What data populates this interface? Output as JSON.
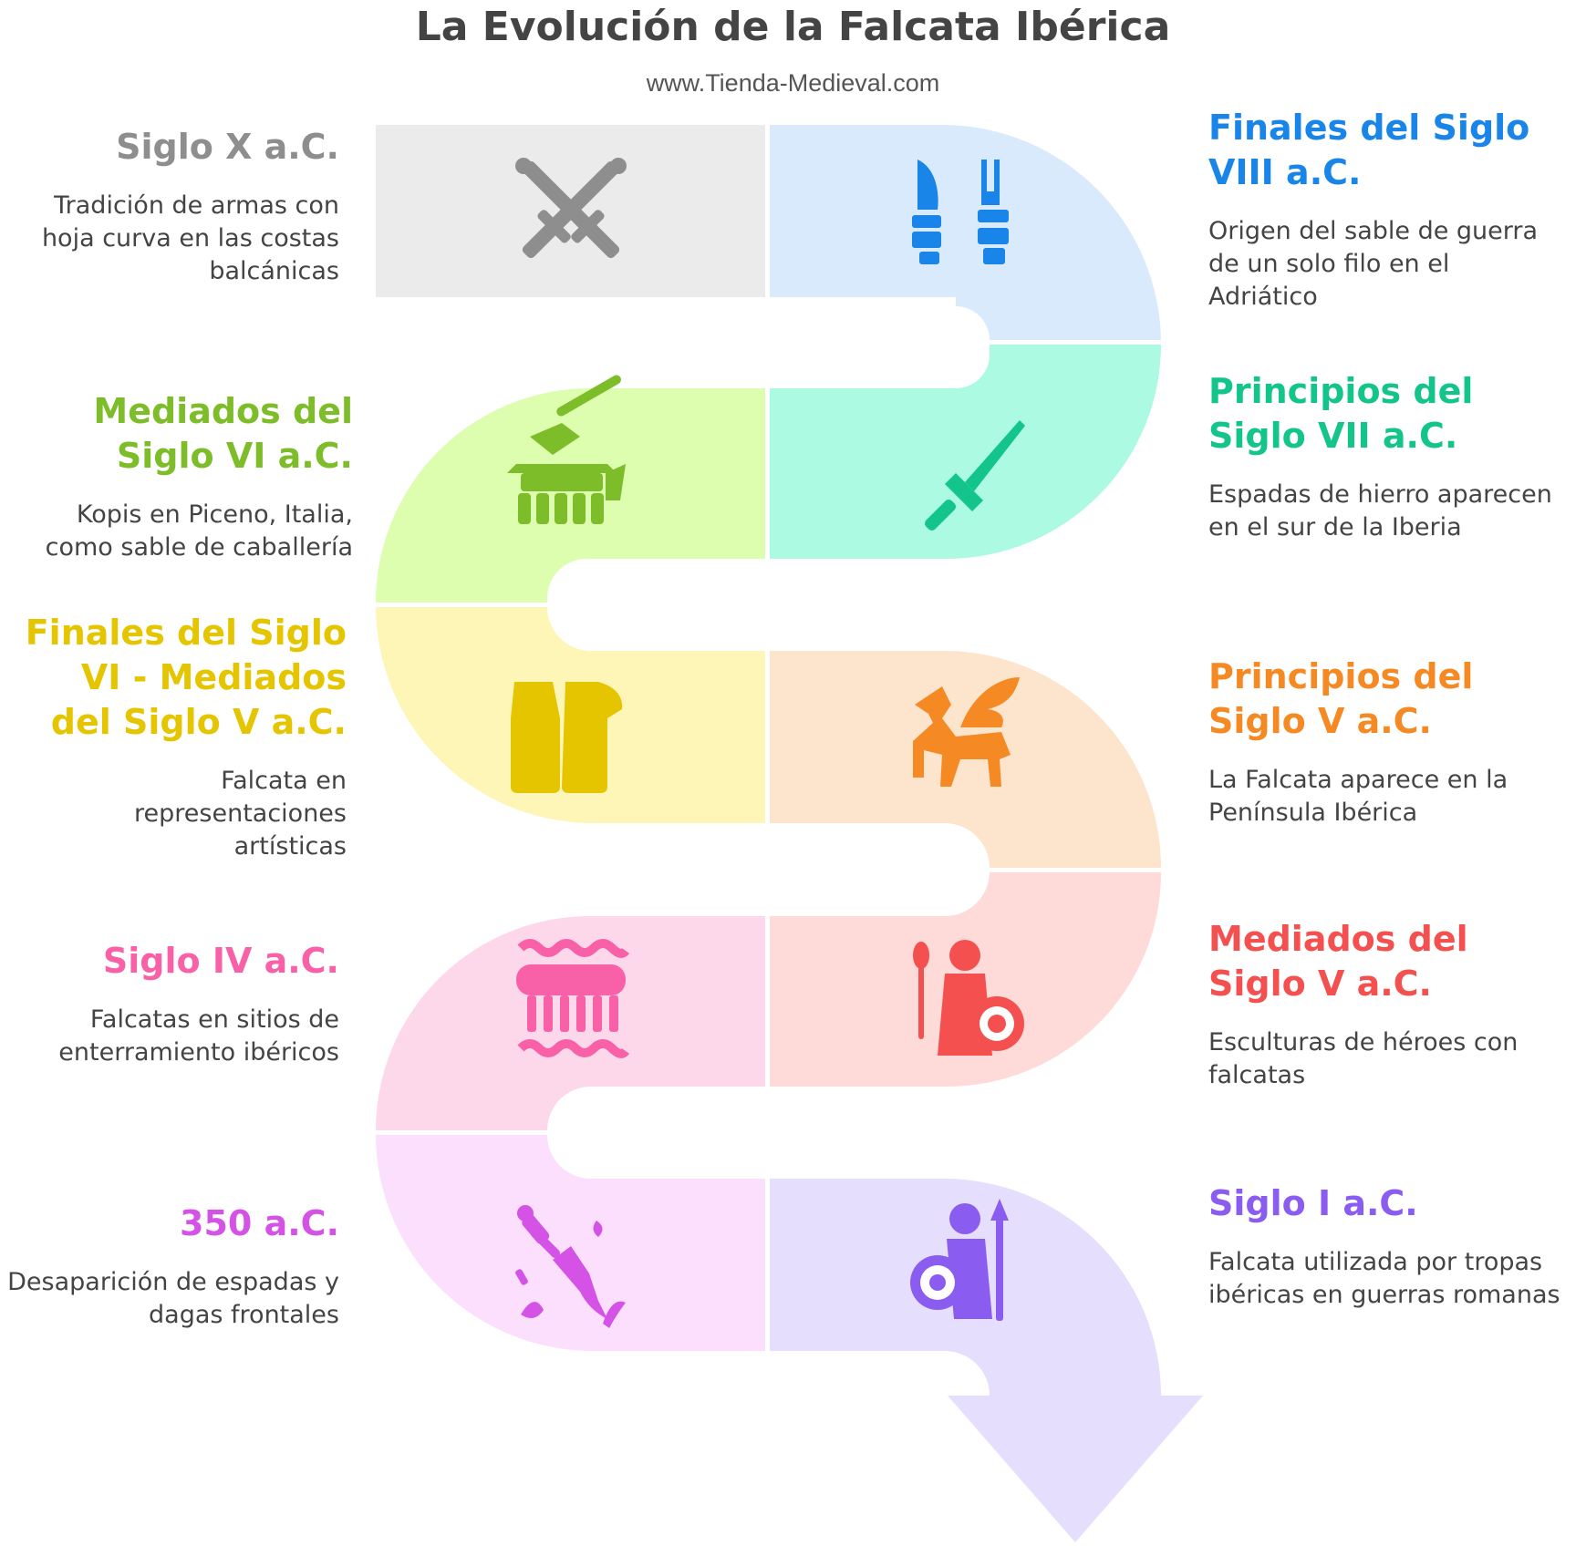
{
  "header": {
    "title": "La Evolución de la Falcata Ibérica",
    "subtitle": "www.Tienda-Medieval.com"
  },
  "steps": [
    {
      "title": "Siglo X a.C.",
      "desc": "Tradición de armas con hoja curva en las costas balcánicas",
      "color": "#8E8E8E",
      "bg": "#EBEBEB",
      "icon": "crossed-swords-icon"
    },
    {
      "title": "Finales del Siglo VIII a.C.",
      "desc": "Origen del sable de guerra de un solo filo en el Adriático",
      "color": "#1A85E8",
      "bg": "#DAEAFD",
      "icon": "blades-icon"
    },
    {
      "title": "Principios del Siglo VII a.C.",
      "desc": "Espadas de hierro aparecen en el sur de la Iberia",
      "color": "#13C58A",
      "bg": "#ADFAE3",
      "icon": "sword-icon"
    },
    {
      "title": "Mediados del Siglo VI a.C.",
      "desc": "Kopis en Piceno, Italia, como sable de caballería",
      "color": "#7DBD2A",
      "bg": "#DDFDAF",
      "icon": "axe-block-icon"
    },
    {
      "title": "Finales del Siglo VI - Mediados del Siglo V a.C.",
      "desc": "Falcata en representaciones artísticas",
      "color": "#E4C500",
      "bg": "#FEF6B6",
      "icon": "sheaths-icon"
    },
    {
      "title": "Principios del Siglo V a.C.",
      "desc": "La Falcata aparece en la Península Ibérica",
      "color": "#F58A25",
      "bg": "#FDE4CC",
      "icon": "pegasus-icon"
    },
    {
      "title": "Mediados del Siglo V a.C.",
      "desc": "Esculturas de héroes con falcatas",
      "color": "#F45050",
      "bg": "#FEDBD8",
      "icon": "warrior-shield-icon"
    },
    {
      "title": "Siglo IV a.C.",
      "desc": "Falcatas en sitios de enterramiento ibéricos",
      "color": "#F860A8",
      "bg": "#FDD8EA",
      "icon": "temple-icon"
    },
    {
      "title": "350 a.C.",
      "desc": "Desaparición de espadas y dagas frontales",
      "color": "#D453E6",
      "bg": "#FBDFFD",
      "icon": "broken-dagger-icon"
    },
    {
      "title": "Siglo I a.C.",
      "desc": "Falcata utilizada por tropas ibéricas en guerras romanas",
      "color": "#8A5CEF",
      "bg": "#E5DFFD",
      "icon": "spearman-icon"
    }
  ]
}
